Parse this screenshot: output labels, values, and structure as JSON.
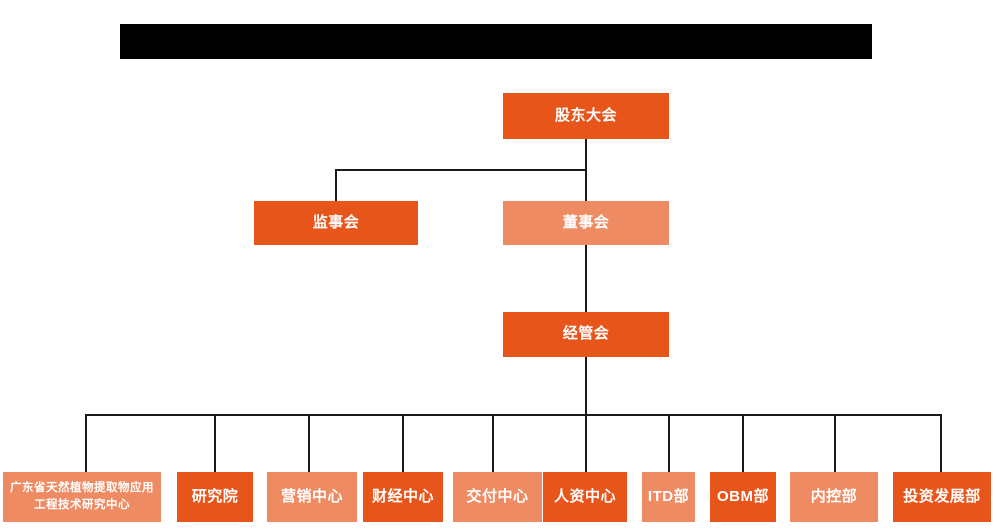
{
  "title_bar": {
    "name": "redacted-title-bar",
    "text": "",
    "color": "#000000"
  },
  "colors": {
    "deep_orange": "#E8551B",
    "light_orange": "#EE8B62",
    "line": "#1a1a1a",
    "text": "#ffffff",
    "background": "#ffffff"
  },
  "chart": {
    "type": "org-chart",
    "levels": [
      {
        "level": 1,
        "nodes": [
          {
            "id": "shareholders-meeting",
            "label": "股东大会",
            "tone": "deep"
          }
        ]
      },
      {
        "level": 2,
        "nodes": [
          {
            "id": "board-of-supervisors",
            "label": "监事会",
            "tone": "deep"
          },
          {
            "id": "board-of-directors",
            "label": "董事会",
            "tone": "light"
          }
        ]
      },
      {
        "level": 3,
        "nodes": [
          {
            "id": "management-committee",
            "label": "经管会",
            "tone": "deep"
          }
        ]
      },
      {
        "level": 4,
        "nodes": [
          {
            "id": "guangdong-research-center",
            "label": "广东省天然植物提取物应用工程技术研究中心",
            "tone": "light"
          },
          {
            "id": "research-institute",
            "label": "研究院",
            "tone": "deep"
          },
          {
            "id": "marketing-center",
            "label": "营销中心",
            "tone": "light"
          },
          {
            "id": "finance-center",
            "label": "财经中心",
            "tone": "deep"
          },
          {
            "id": "delivery-center",
            "label": "交付中心",
            "tone": "light"
          },
          {
            "id": "hr-center",
            "label": "人资中心",
            "tone": "deep"
          },
          {
            "id": "itd-department",
            "label": "ITD部",
            "tone": "light"
          },
          {
            "id": "obm-department",
            "label": "OBM部",
            "tone": "deep"
          },
          {
            "id": "internal-control-department",
            "label": "内控部",
            "tone": "light"
          },
          {
            "id": "investment-development-department",
            "label": "投资发展部",
            "tone": "deep"
          }
        ]
      }
    ]
  }
}
